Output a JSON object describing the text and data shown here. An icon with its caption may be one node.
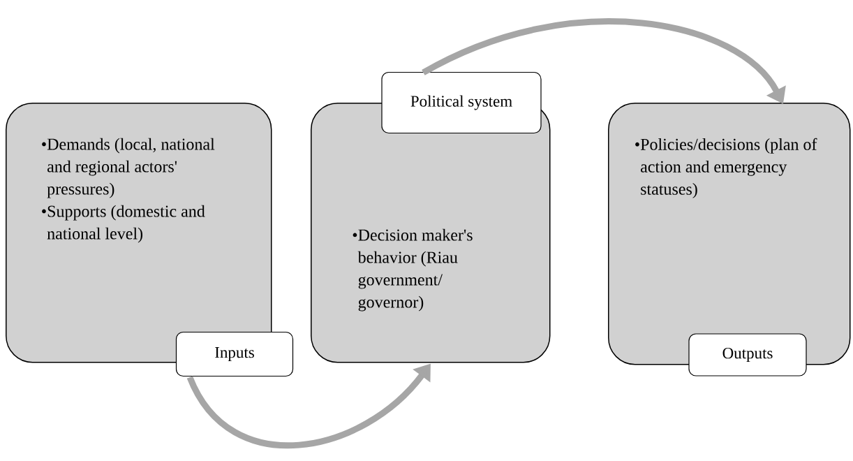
{
  "diagram": {
    "nodes": [
      {
        "text": [
          "•Demands (local, national and regional actors' pressures)",
          "•Supports (domestic and national level)"
        ]
      },
      {
        "text": [
          "Inputs"
        ]
      },
      {
        "text": [
          "•Decision maker's behavior (Riau government/ governor)"
        ]
      },
      {
        "text": [
          "Political system"
        ]
      },
      {
        "text": [
          "•Policies/decisions (plan of action and emergency statuses)"
        ]
      },
      {
        "text": [
          "Outputs"
        ]
      }
    ],
    "edges": [
      {
        "from": 1,
        "to": 2,
        "arrow": "to"
      },
      {
        "from": 3,
        "to": 4,
        "arrow": "to"
      }
    ]
  }
}
